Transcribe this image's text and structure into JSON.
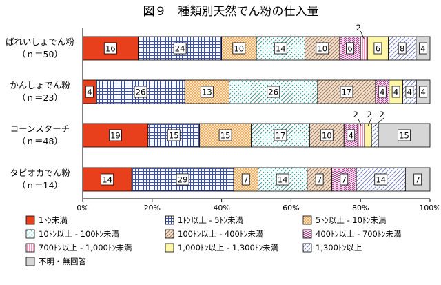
{
  "chart_data": {
    "type": "bar",
    "stacked": "percent",
    "orientation": "horizontal",
    "title": "図９　種類別天然でん粉の仕入量",
    "categories": [
      {
        "name": "ばれいしょでん粉",
        "n": "（ｎ＝50）"
      },
      {
        "name": "かんしょでん粉",
        "n": "（ｎ＝23）"
      },
      {
        "name": "コーンスターチ",
        "n": "（ｎ＝48）"
      },
      {
        "name": "タピオカでん粉",
        "n": "（ｎ＝14）"
      }
    ],
    "series": [
      {
        "name": "1ﾄﾝ未満",
        "color": "#e8401c",
        "pattern": "solid",
        "values": [
          16,
          4,
          19,
          14
        ]
      },
      {
        "name": "1ﾄﾝ以上 - 5ﾄﾝ未満",
        "color": "#3a4fb0",
        "pattern": "grid",
        "values": [
          24,
          26,
          15,
          29
        ]
      },
      {
        "name": "5ﾄﾝ以上 - 10ﾄﾝ未満",
        "color": "#f1a64a",
        "pattern": "dots",
        "values": [
          10,
          13,
          15,
          7
        ]
      },
      {
        "name": "10ﾄﾝ以上 - 100ﾄﾝ未満",
        "color": "#2aa39a",
        "pattern": "dash",
        "values": [
          14,
          26,
          17,
          14
        ]
      },
      {
        "name": "100ﾄﾝ以上 - 400ﾄﾝ未満",
        "color": "#a97a56",
        "pattern": "diag",
        "values": [
          10,
          17,
          10,
          7
        ]
      },
      {
        "name": "400ﾄﾝ以上 - 700ﾄﾝ未満",
        "color": "#b0358f",
        "pattern": "zigzag",
        "values": [
          6,
          4,
          4,
          7
        ]
      },
      {
        "name": "700ﾄﾝ以上 - 1,000ﾄﾝ未満",
        "color": "#e0578a",
        "pattern": "vlines",
        "values": [
          2,
          0,
          2,
          0
        ]
      },
      {
        "name": "1,000ﾄﾝ以上 - 1,300ﾄﾝ未満",
        "color": "#fff6a8",
        "pattern": "solid",
        "values": [
          6,
          4,
          2,
          0
        ]
      },
      {
        "name": "1,300ﾄﾝ以上",
        "color": "#7a86c8",
        "pattern": "wave",
        "values": [
          8,
          4,
          2,
          14
        ]
      },
      {
        "name": "不明・無回答",
        "color": "#d6d6d6",
        "pattern": "solid",
        "values": [
          4,
          4,
          15,
          7
        ]
      }
    ],
    "outside_labels": [
      {
        "category": 0,
        "series": 6,
        "text": "2"
      },
      {
        "category": 2,
        "series": 6,
        "text": "2"
      },
      {
        "category": 2,
        "series": 7,
        "text": "2"
      },
      {
        "category": 2,
        "series": 8,
        "text": "2"
      }
    ],
    "xlim": [
      0,
      100
    ],
    "xticks": [
      "0%",
      "20%",
      "40%",
      "60%",
      "80%",
      "100%"
    ],
    "grid": false,
    "legend_position": "bottom"
  }
}
